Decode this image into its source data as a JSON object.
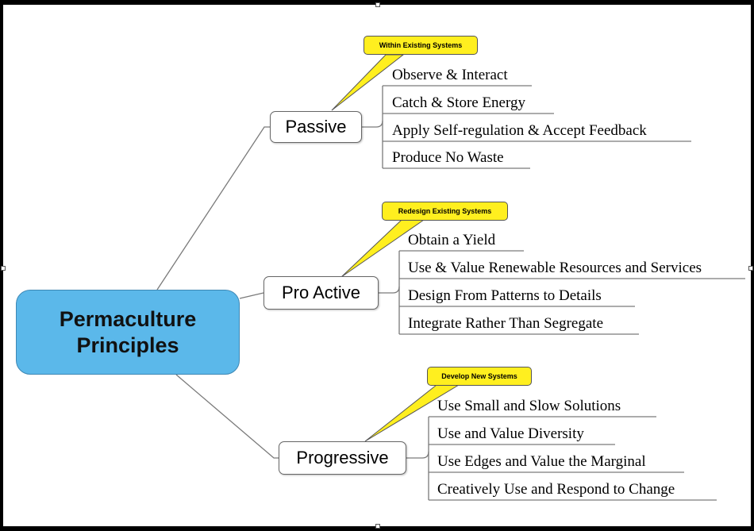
{
  "central": {
    "label": "Permaculture\nPrinciples"
  },
  "branches": [
    {
      "label": "Passive",
      "callout": "Within Existing Systems",
      "leaves": [
        "Observe & Interact",
        "Catch & Store Energy",
        "Apply Self-regulation & Accept Feedback",
        "Produce No Waste"
      ]
    },
    {
      "label": "Pro Active",
      "callout": "Redesign Existing Systems",
      "leaves": [
        "Obtain a Yield",
        "Use & Value Renewable Resources and Services",
        "Design From Patterns to Details",
        "Integrate Rather Than Segregate"
      ]
    },
    {
      "label": "Progressive",
      "callout": "Develop New Systems",
      "leaves": [
        "Use Small and Slow Solutions",
        "Use and Value Diversity",
        "Use Edges and Value the Marginal",
        "Creatively Use and Respond to Change"
      ]
    }
  ]
}
